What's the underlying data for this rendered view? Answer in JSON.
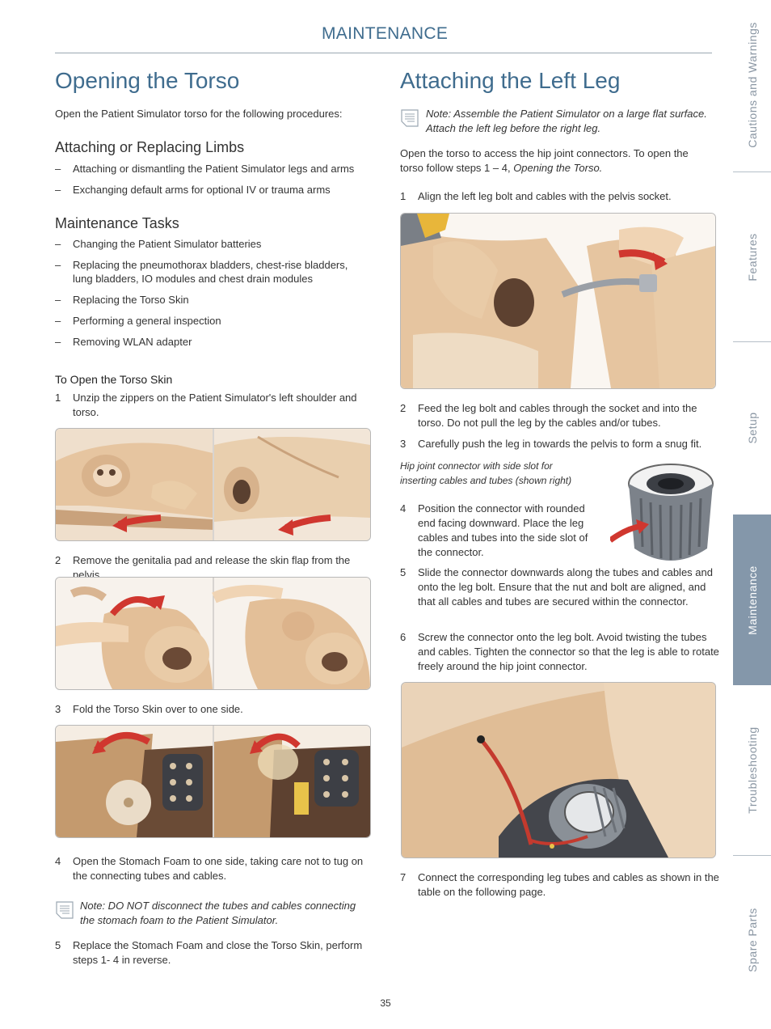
{
  "header": {
    "section": "MAINTENANCE"
  },
  "left": {
    "title": "Opening the Torso",
    "intro": "Open the Patient Simulator torso for the following procedures:",
    "sub1": "Attaching or Replacing Limbs",
    "list1": [
      "Attaching or dismantling the Patient Simulator legs and arms",
      "Exchanging default arms for optional IV or trauma arms"
    ],
    "sub2": "Maintenance Tasks",
    "list2": [
      "Changing the Patient Simulator batteries",
      "Replacing the pneumothorax bladders, chest-rise bladders, lung bladders, IO modules and chest drain modules",
      "Replacing the Torso Skin",
      "Performing a general inspection",
      "Removing WLAN adapter"
    ],
    "sub3": "To Open the Torso Skin",
    "steps": [
      {
        "n": "1",
        "text": "Unzip the zippers on the Patient Simulator's left shoulder and torso."
      },
      {
        "n": "2",
        "text": "Remove the genitalia pad and release the skin flap from the pelvis."
      },
      {
        "n": "3",
        "text": "Fold the Torso Skin over to one side."
      },
      {
        "n": "4",
        "text": "Open the Stomach Foam to one side, taking care not to tug on the connecting tubes and cables."
      },
      {
        "n": "5",
        "text": "Replace the Stomach Foam and close the Torso Skin, perform steps 1- 4 in reverse."
      }
    ],
    "note": "Note: DO NOT disconnect the tubes and cables connecting the stomach foam to the Patient Simulator."
  },
  "right": {
    "title": "Attaching the Left Leg",
    "note": "Note: Assemble the Patient Simulator on a large flat surface. Attach the left leg before the right leg.",
    "intro_main": "Open the torso to access the hip joint connectors. To open the torso follow steps 1 – 4, ",
    "intro_ref": "Opening the Torso.",
    "caption": "Hip joint connector with side slot for inserting cables and tubes (shown right)",
    "steps": [
      {
        "n": "1",
        "text": "Align the left leg bolt and cables with the pelvis socket."
      },
      {
        "n": "2",
        "text": "Feed the leg bolt and cables through the socket and into the torso. Do not pull the leg by the cables and/or tubes."
      },
      {
        "n": "3",
        "text": "Carefully push the leg in towards the pelvis to form a snug fit."
      },
      {
        "n": "4",
        "text": "Position the connector with rounded end facing downward. Place the leg cables and tubes into the side slot of the connector."
      },
      {
        "n": "5",
        "text": "Slide the connector downwards along the tubes and cables and onto the leg bolt.  Ensure that the nut and bolt are aligned, and that all cables and tubes are secured within the connector."
      },
      {
        "n": "6",
        "text": "Screw the connector onto the leg bolt.  Avoid twisting the tubes and cables. Tighten the connector so that the leg is able to rotate freely around the hip joint connector."
      },
      {
        "n": "7",
        "text": "Connect the corresponding leg tubes and cables as shown in the table on the following page."
      }
    ]
  },
  "sidebar": {
    "tabs": [
      "Cautions and Warnings",
      "Features",
      "Setup",
      "Maintenance",
      "Troubleshooting",
      "Spare Parts"
    ],
    "active": "Maintenance"
  },
  "page_number": "35",
  "colors": {
    "heading": "#3f6c8e",
    "active_tab": "#8497aa",
    "arrow": "#d0372f",
    "skin": "#e6c5a0"
  }
}
